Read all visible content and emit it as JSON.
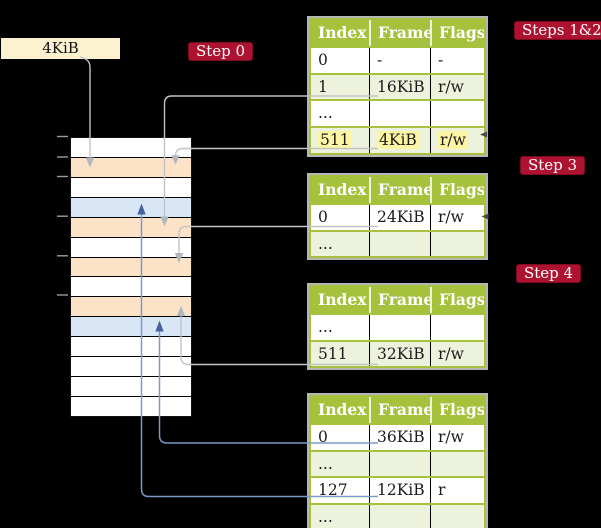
{
  "physical_memory": {
    "page_size_label": "4KiB",
    "rows": [
      "white",
      "orange",
      "white",
      "blue",
      "orange",
      "white",
      "orange",
      "white",
      "orange",
      "blue",
      "white",
      "white",
      "white",
      "white"
    ]
  },
  "badges": {
    "step0": "Step 0",
    "steps12": "Steps 1&2",
    "step3": "Step 3",
    "step4": "Step 4"
  },
  "tables": [
    {
      "name": "page-table-steps-1-2",
      "headers": [
        "Index",
        "Frame",
        "Flags"
      ],
      "rows": [
        {
          "cells": [
            "0",
            "-",
            "-"
          ]
        },
        {
          "cells": [
            "1",
            "16KiB",
            "r/w"
          ]
        },
        {
          "cells": [
            "...",
            "",
            ""
          ]
        },
        {
          "cells": [
            "511",
            "4KiB",
            "r/w"
          ],
          "highlight": true
        }
      ]
    },
    {
      "name": "page-table-step-3",
      "headers": [
        "Index",
        "Frame",
        "Flags"
      ],
      "rows": [
        {
          "cells": [
            "0",
            "24KiB",
            "r/w"
          ]
        },
        {
          "cells": [
            "...",
            "",
            ""
          ]
        }
      ]
    },
    {
      "name": "page-table-step-4-upper",
      "headers": [
        "Index",
        "Frame",
        "Flags"
      ],
      "rows": [
        {
          "cells": [
            "...",
            "",
            ""
          ]
        },
        {
          "cells": [
            "511",
            "32KiB",
            "r/w"
          ]
        }
      ]
    },
    {
      "name": "page-table-step-4-lower",
      "headers": [
        "Index",
        "Frame",
        "Flags"
      ],
      "rows": [
        {
          "cells": [
            "0",
            "36KiB",
            "r/w"
          ]
        },
        {
          "cells": [
            "...",
            "",
            ""
          ]
        },
        {
          "cells": [
            "127",
            "12KiB",
            "r"
          ]
        },
        {
          "cells": [
            "...",
            "",
            ""
          ]
        }
      ]
    }
  ],
  "colors": {
    "badge_red": "#ad1230",
    "table_green": "#a6c13c",
    "row_shade": "#edf2dc",
    "highlight_yellow": "#fcf6a4",
    "mem_orange": "#fce3c8",
    "mem_blue": "#d9e6f5",
    "label_cream": "#fdf2cf"
  }
}
